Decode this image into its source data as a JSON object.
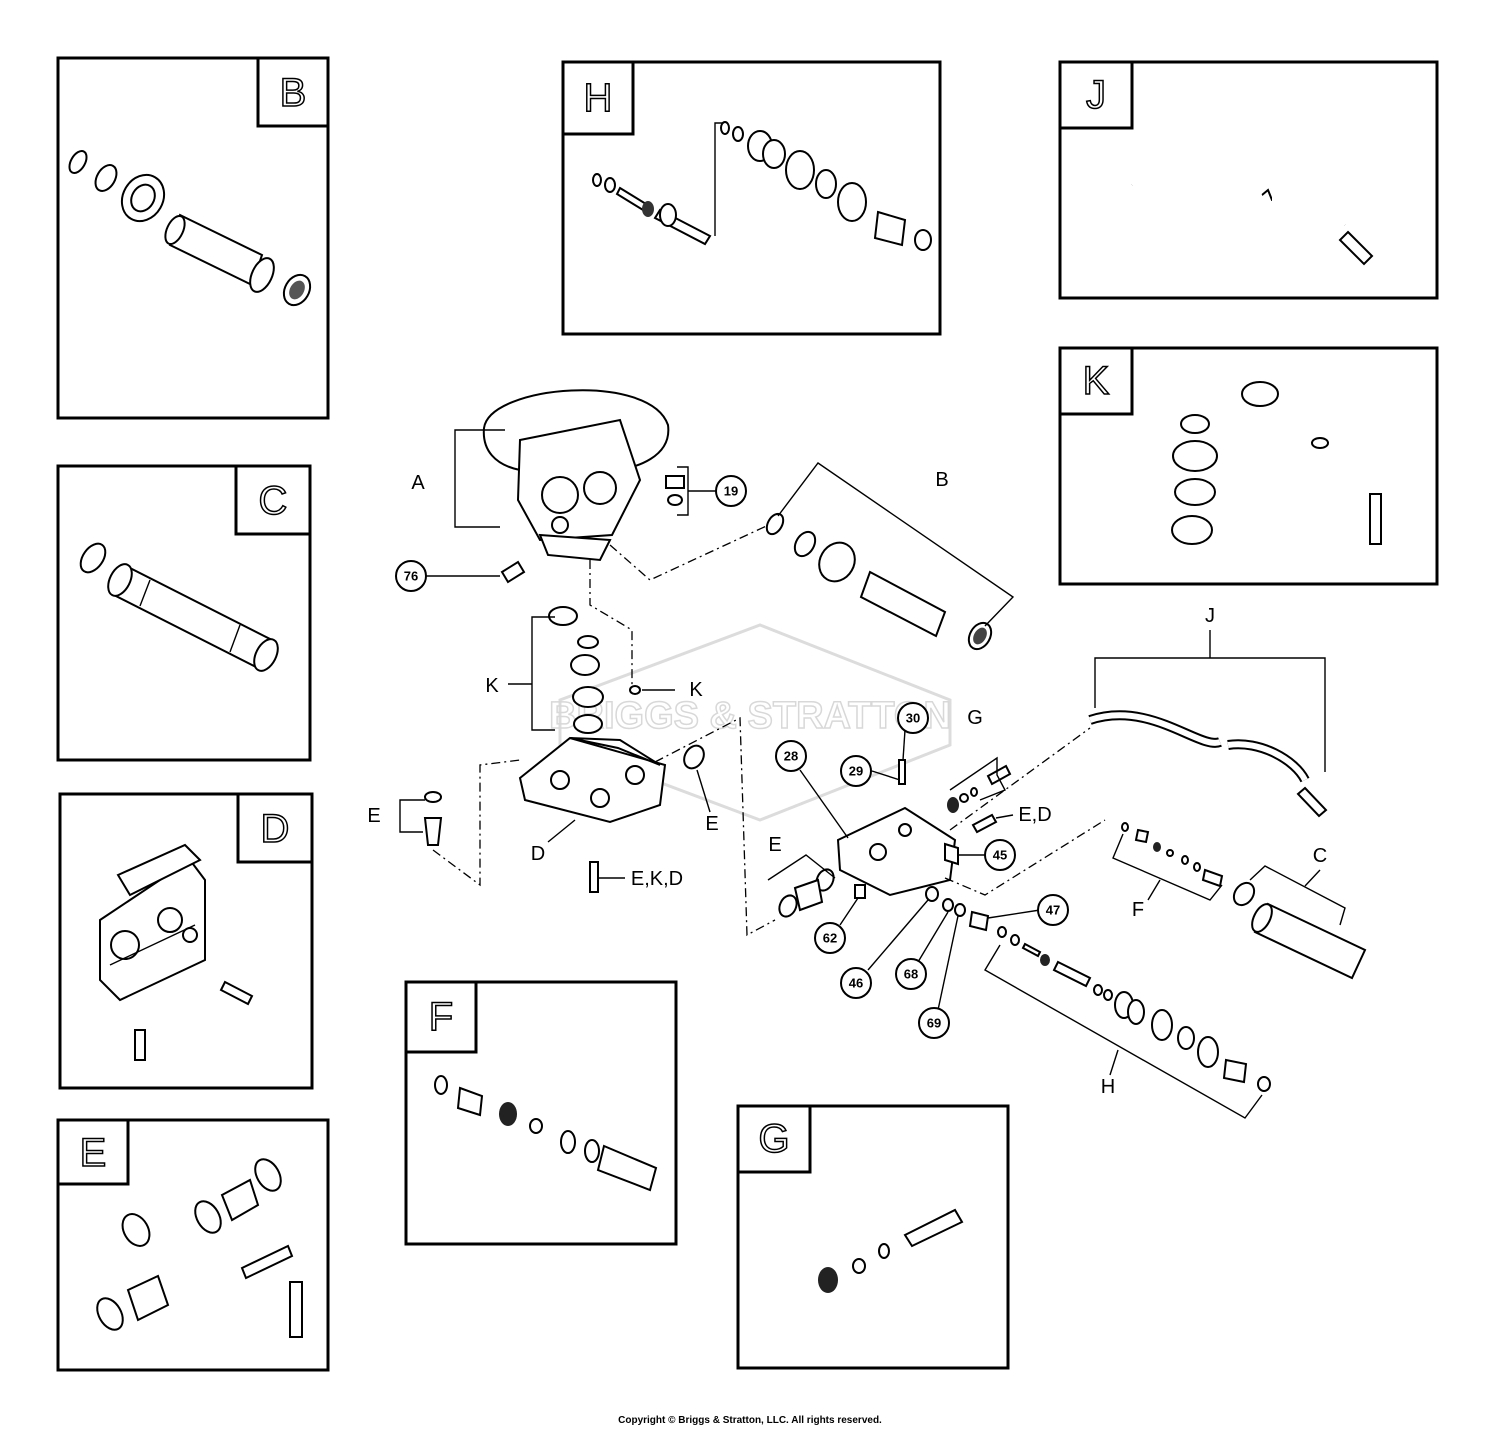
{
  "panels": [
    {
      "letter": "B"
    },
    {
      "letter": "C"
    },
    {
      "letter": "D"
    },
    {
      "letter": "E"
    },
    {
      "letter": "H"
    },
    {
      "letter": "F"
    },
    {
      "letter": "J"
    },
    {
      "letter": "K"
    },
    {
      "letter": "G"
    }
  ],
  "assembly_labels": {
    "A": "A",
    "B": "B",
    "C": "C",
    "D": "D",
    "E_left": "E",
    "E_ring": "E",
    "E_right": "E",
    "F": "F",
    "G": "G",
    "H": "H",
    "J": "J",
    "K_left": "K",
    "K_right": "K",
    "ED_top": "E,D",
    "EKD": "E,K,D"
  },
  "callouts": [
    "19",
    "76",
    "30",
    "28",
    "29",
    "45",
    "47",
    "62",
    "46",
    "68",
    "69"
  ],
  "watermark": "BRIGGS & STRATTON",
  "copyright": "Copyright © Briggs & Stratton, LLC. All rights reserved."
}
